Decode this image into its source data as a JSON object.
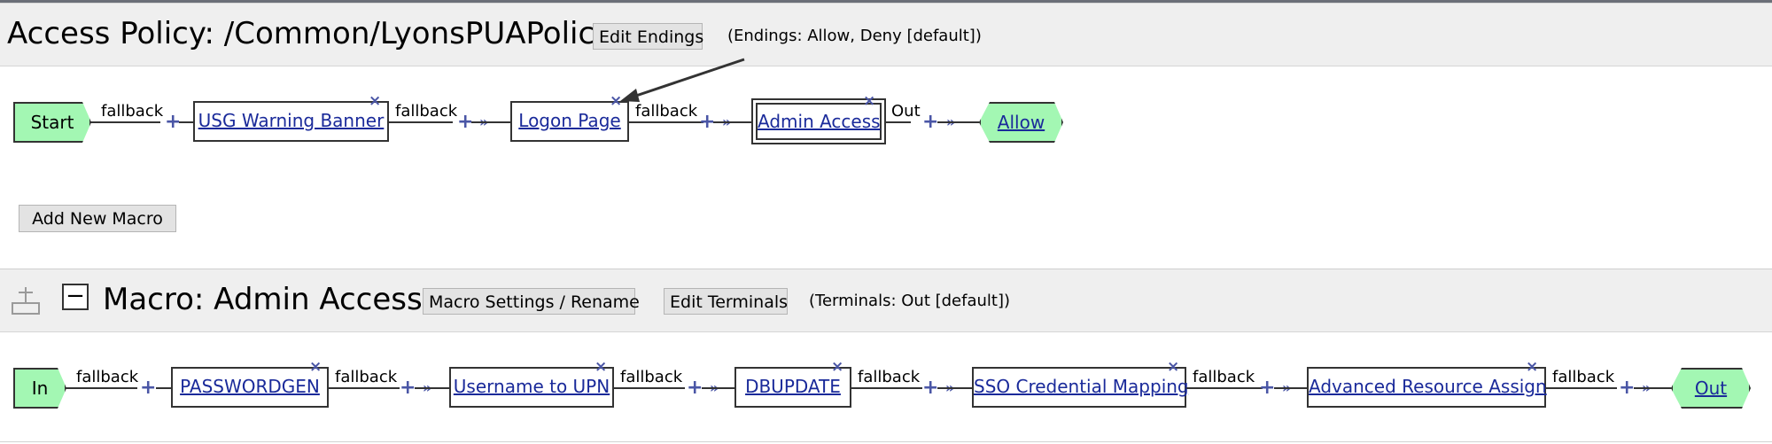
{
  "policy": {
    "title": "Access Policy: /Common/LyonsPUAPolicy",
    "edit_endings": "Edit Endings",
    "endings_note": "(Endings: Allow, Deny [default])"
  },
  "flow": {
    "start": "Start",
    "fallback": "fallback",
    "usg": "USG Warning Banner",
    "logon": "Logon Page",
    "admin": "Admin Access",
    "out_label": "Out",
    "allow": "Allow"
  },
  "add_macro": "Add New Macro",
  "macro": {
    "title": "Macro: Admin Access",
    "settings": "Macro Settings / Rename",
    "edit_terminals": "Edit Terminals",
    "terminals_note": "(Terminals: Out [default])"
  },
  "macro_flow": {
    "in": "In",
    "passwordgen": "PASSWORDGEN",
    "upn": "Username to UPN",
    "dbupdate": "DBUPDATE",
    "sso": "SSO Credential Mapping",
    "adv": "Advanced Resource Assign",
    "out": "Out"
  },
  "icons": {
    "close": "×",
    "plus": "+",
    "chevron": "»",
    "collapse": "−"
  }
}
